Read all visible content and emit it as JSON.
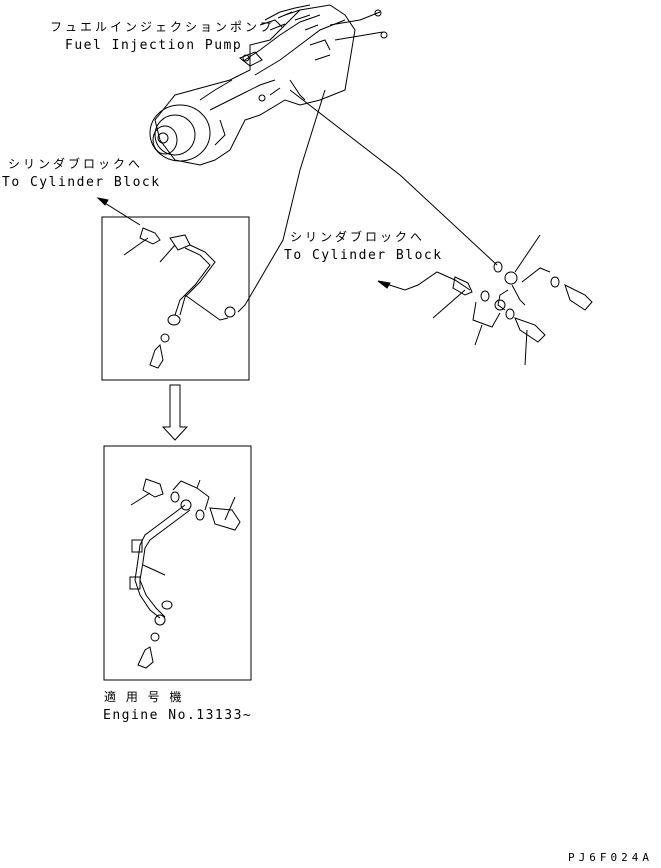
{
  "labels": {
    "pump_jp": "フュエルインジェクションポンプ",
    "pump_en": "Fuel Injection Pump",
    "cyl_block_left_jp": "シリンダブロックへ",
    "cyl_block_left_en": "To Cylinder Block",
    "cyl_block_right_jp": "シリンダブロックへ",
    "cyl_block_right_en": "To Cylinder Block",
    "serial_jp": "適 用 号 機",
    "serial_en": "Engine No.13133~"
  },
  "drawing_code": "PJ6F024A",
  "colors": {
    "line": "#000000",
    "background": "#ffffff"
  }
}
